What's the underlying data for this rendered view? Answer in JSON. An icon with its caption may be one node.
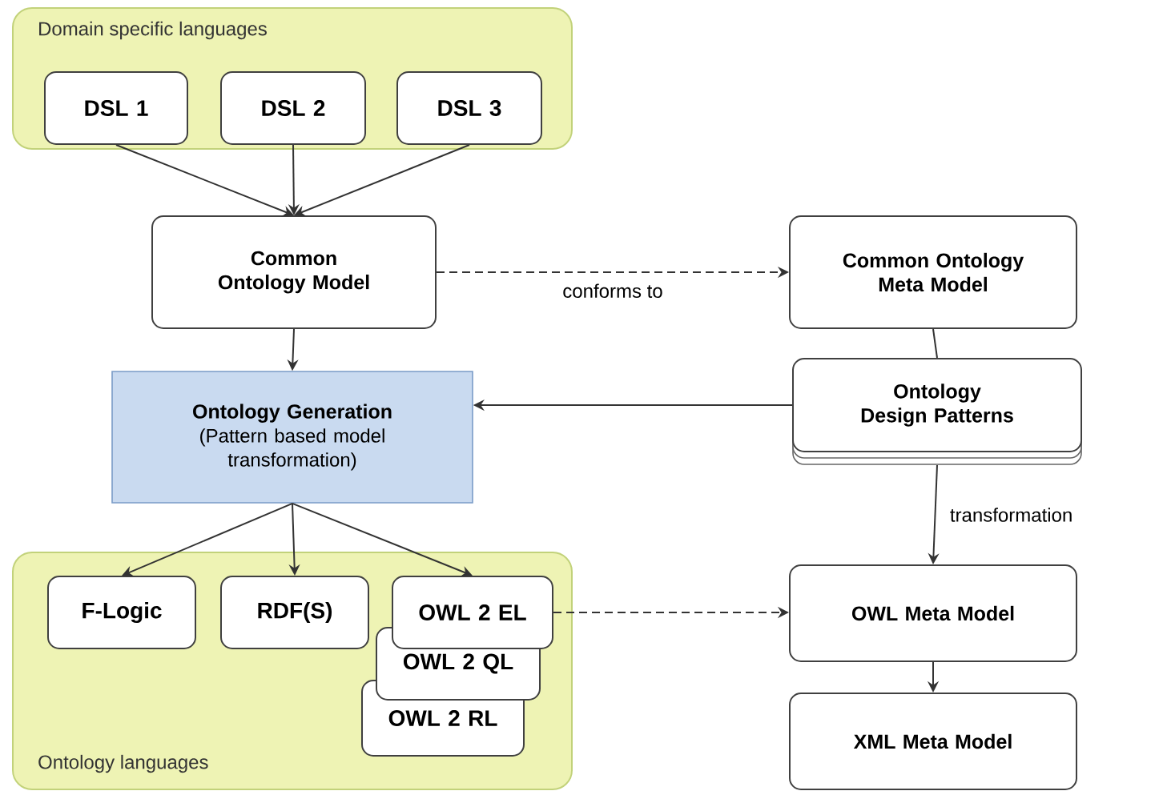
{
  "diagram": {
    "nodes": [
      {
        "text": [
          "Domain specific languages"
        ]
      },
      {
        "text": [
          "DSL 1"
        ],
        "in": 0
      },
      {
        "text": [
          "DSL 2"
        ],
        "in": 0
      },
      {
        "text": [
          "DSL 3"
        ],
        "in": 0
      },
      {
        "text": [
          "Common Ontology Model"
        ]
      },
      {
        "text": [
          "Common Ontology Meta Model"
        ]
      },
      {
        "text": [
          "Ontology Design Patterns"
        ]
      },
      {
        "text": [
          "Ontology Generation",
          "(Pattern based model transformation)"
        ]
      },
      {
        "text": [
          "Ontology languages"
        ]
      },
      {
        "text": [
          "F-Logic"
        ],
        "in": 8
      },
      {
        "text": [
          "RDF(S)"
        ],
        "in": 8
      },
      {
        "text": [
          "OWL 2 EL"
        ],
        "in": 8
      },
      {
        "text": [
          "OWL 2 QL"
        ],
        "in": 8
      },
      {
        "text": [
          "OWL 2 RL"
        ],
        "in": 8
      },
      {
        "text": [
          "OWL Meta Model"
        ]
      },
      {
        "text": [
          "XML Meta Model"
        ]
      }
    ],
    "edges": [
      {
        "from": 1,
        "to": 4,
        "arrow": "to"
      },
      {
        "from": 2,
        "to": 4,
        "arrow": "to"
      },
      {
        "from": 3,
        "to": 4,
        "arrow": "to"
      },
      {
        "from": 4,
        "to": 5,
        "arrow": "to",
        "label": "conforms to",
        "style": "dashed"
      },
      {
        "from": 5,
        "to": 6,
        "arrow": "none"
      },
      {
        "from": 4,
        "to": 7,
        "arrow": "to"
      },
      {
        "from": 6,
        "to": 7,
        "arrow": "to"
      },
      {
        "from": 7,
        "to": 9,
        "arrow": "to"
      },
      {
        "from": 7,
        "to": 10,
        "arrow": "to"
      },
      {
        "from": 7,
        "to": 11,
        "arrow": "to"
      },
      {
        "from": 6,
        "to": 14,
        "arrow": "to",
        "label": "transformation"
      },
      {
        "from": 11,
        "to": 14,
        "arrow": "to",
        "style": "dashed"
      },
      {
        "from": 14,
        "to": 15,
        "arrow": "to"
      }
    ]
  }
}
